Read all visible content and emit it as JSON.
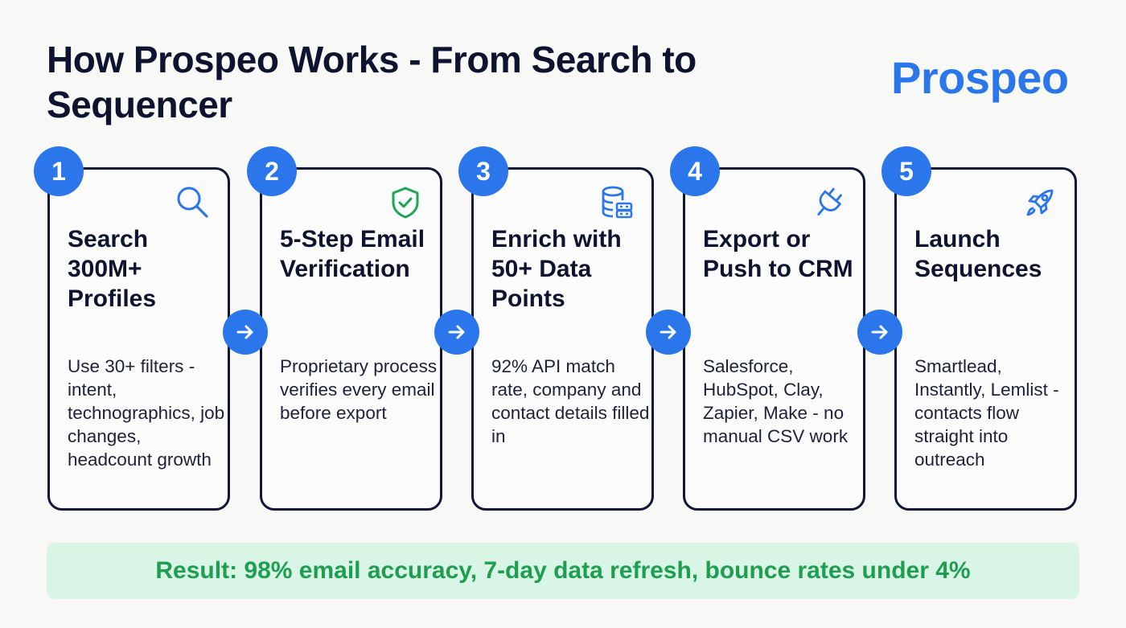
{
  "header": {
    "title": "How Prospeo Works - From Search to Sequencer",
    "brand": "Prospeo"
  },
  "colors": {
    "accent": "#2a76ea",
    "success": "#1f9e52",
    "card_border": "#0f1636",
    "result_bg": "#d8f5e6"
  },
  "steps": [
    {
      "number": "1",
      "icon": "search-icon",
      "title": "Search 300M+ Profiles",
      "description": "Use 30+ filters - intent, technographics, job changes, headcount growth"
    },
    {
      "number": "2",
      "icon": "shield-check-icon",
      "title": "5-Step Email Verification",
      "description": "Proprietary process verifies every email before export"
    },
    {
      "number": "3",
      "icon": "database-icon",
      "title": "Enrich with 50+ Data Points",
      "description": "92% API match rate, company and contact details filled in"
    },
    {
      "number": "4",
      "icon": "plug-icon",
      "title": "Export or Push to CRM",
      "description": "Salesforce, HubSpot, Clay, Zapier, Make - no manual CSV work"
    },
    {
      "number": "5",
      "icon": "rocket-icon",
      "title": "Launch Sequences",
      "description": "Smartlead, Instantly, Lemlist - contacts flow straight into outreach"
    }
  ],
  "result": {
    "text": "Result: 98% email accuracy, 7-day data refresh, bounce rates under 4%"
  }
}
